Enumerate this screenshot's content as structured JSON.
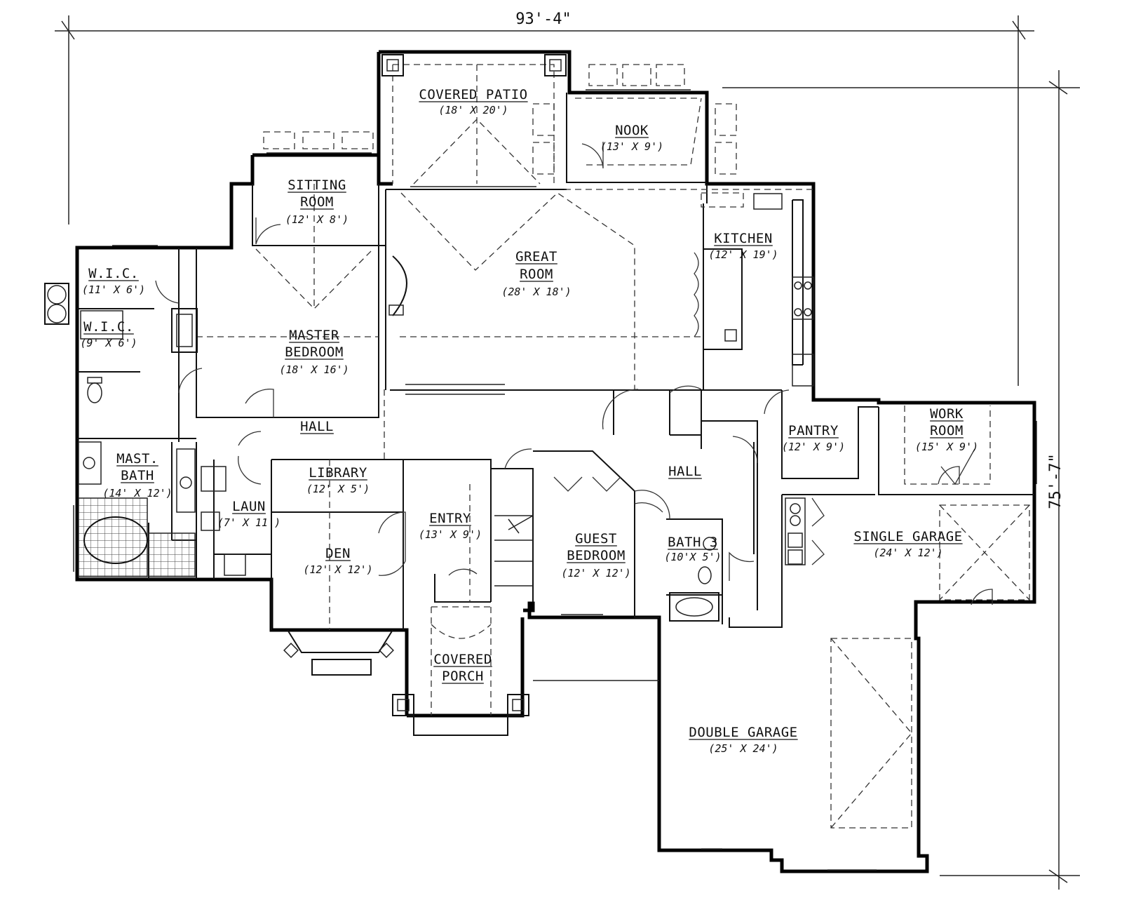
{
  "overall": {
    "width": "93'-4\"",
    "depth": "75'-7\""
  },
  "rooms": {
    "covered_patio": {
      "name": "COVERED PATIO",
      "size": "(18' X 20')"
    },
    "nook": {
      "name": "NOOK",
      "size": "(13' X 9')"
    },
    "sitting_room": {
      "name_1": "SITTING",
      "name_2": "ROOM",
      "size": "(12' X 8')"
    },
    "great_room": {
      "name_1": "GREAT",
      "name_2": "ROOM",
      "size": "(28' X 18')"
    },
    "kitchen": {
      "name": "KITCHEN",
      "size": "(12' X 19')"
    },
    "wic_1": {
      "name": "W.I.C.",
      "size": "(11' X 6')"
    },
    "wic_2": {
      "name": "W.I.C.",
      "size": "(9' X 6')"
    },
    "master_bedroom": {
      "name_1": "MASTER",
      "name_2": "BEDROOM",
      "size": "(18' X 16')"
    },
    "hall_1": {
      "name": "HALL"
    },
    "hall_2": {
      "name": "HALL"
    },
    "pantry": {
      "name": "PANTRY",
      "size": "(12' X 9')"
    },
    "work_room": {
      "name_1": "WORK",
      "name_2": "ROOM",
      "size": "(15' X 9')"
    },
    "mast_bath": {
      "name_1": "MAST.",
      "name_2": "BATH",
      "size": "(14' X 12')"
    },
    "library": {
      "name": "LIBRARY",
      "size": "(12' X 5')"
    },
    "laun": {
      "name": "LAUN",
      "size": "(7' X 11')"
    },
    "entry": {
      "name": "ENTRY",
      "size": "(13' X 9')"
    },
    "den": {
      "name": "DEN",
      "size": "(12' X 12')"
    },
    "guest_bedroom": {
      "name_1": "GUEST",
      "name_2": "BEDROOM",
      "size": "(12' X 12')"
    },
    "bath_3": {
      "name": "BATH 3",
      "size": "(10'X 5')"
    },
    "single_garage": {
      "name": "SINGLE GARAGE",
      "size": "(24' X 12')"
    },
    "covered_porch": {
      "name_1": "COVERED",
      "name_2": "PORCH"
    },
    "double_garage": {
      "name": "DOUBLE GARAGE",
      "size": "(25' X 24')"
    }
  }
}
